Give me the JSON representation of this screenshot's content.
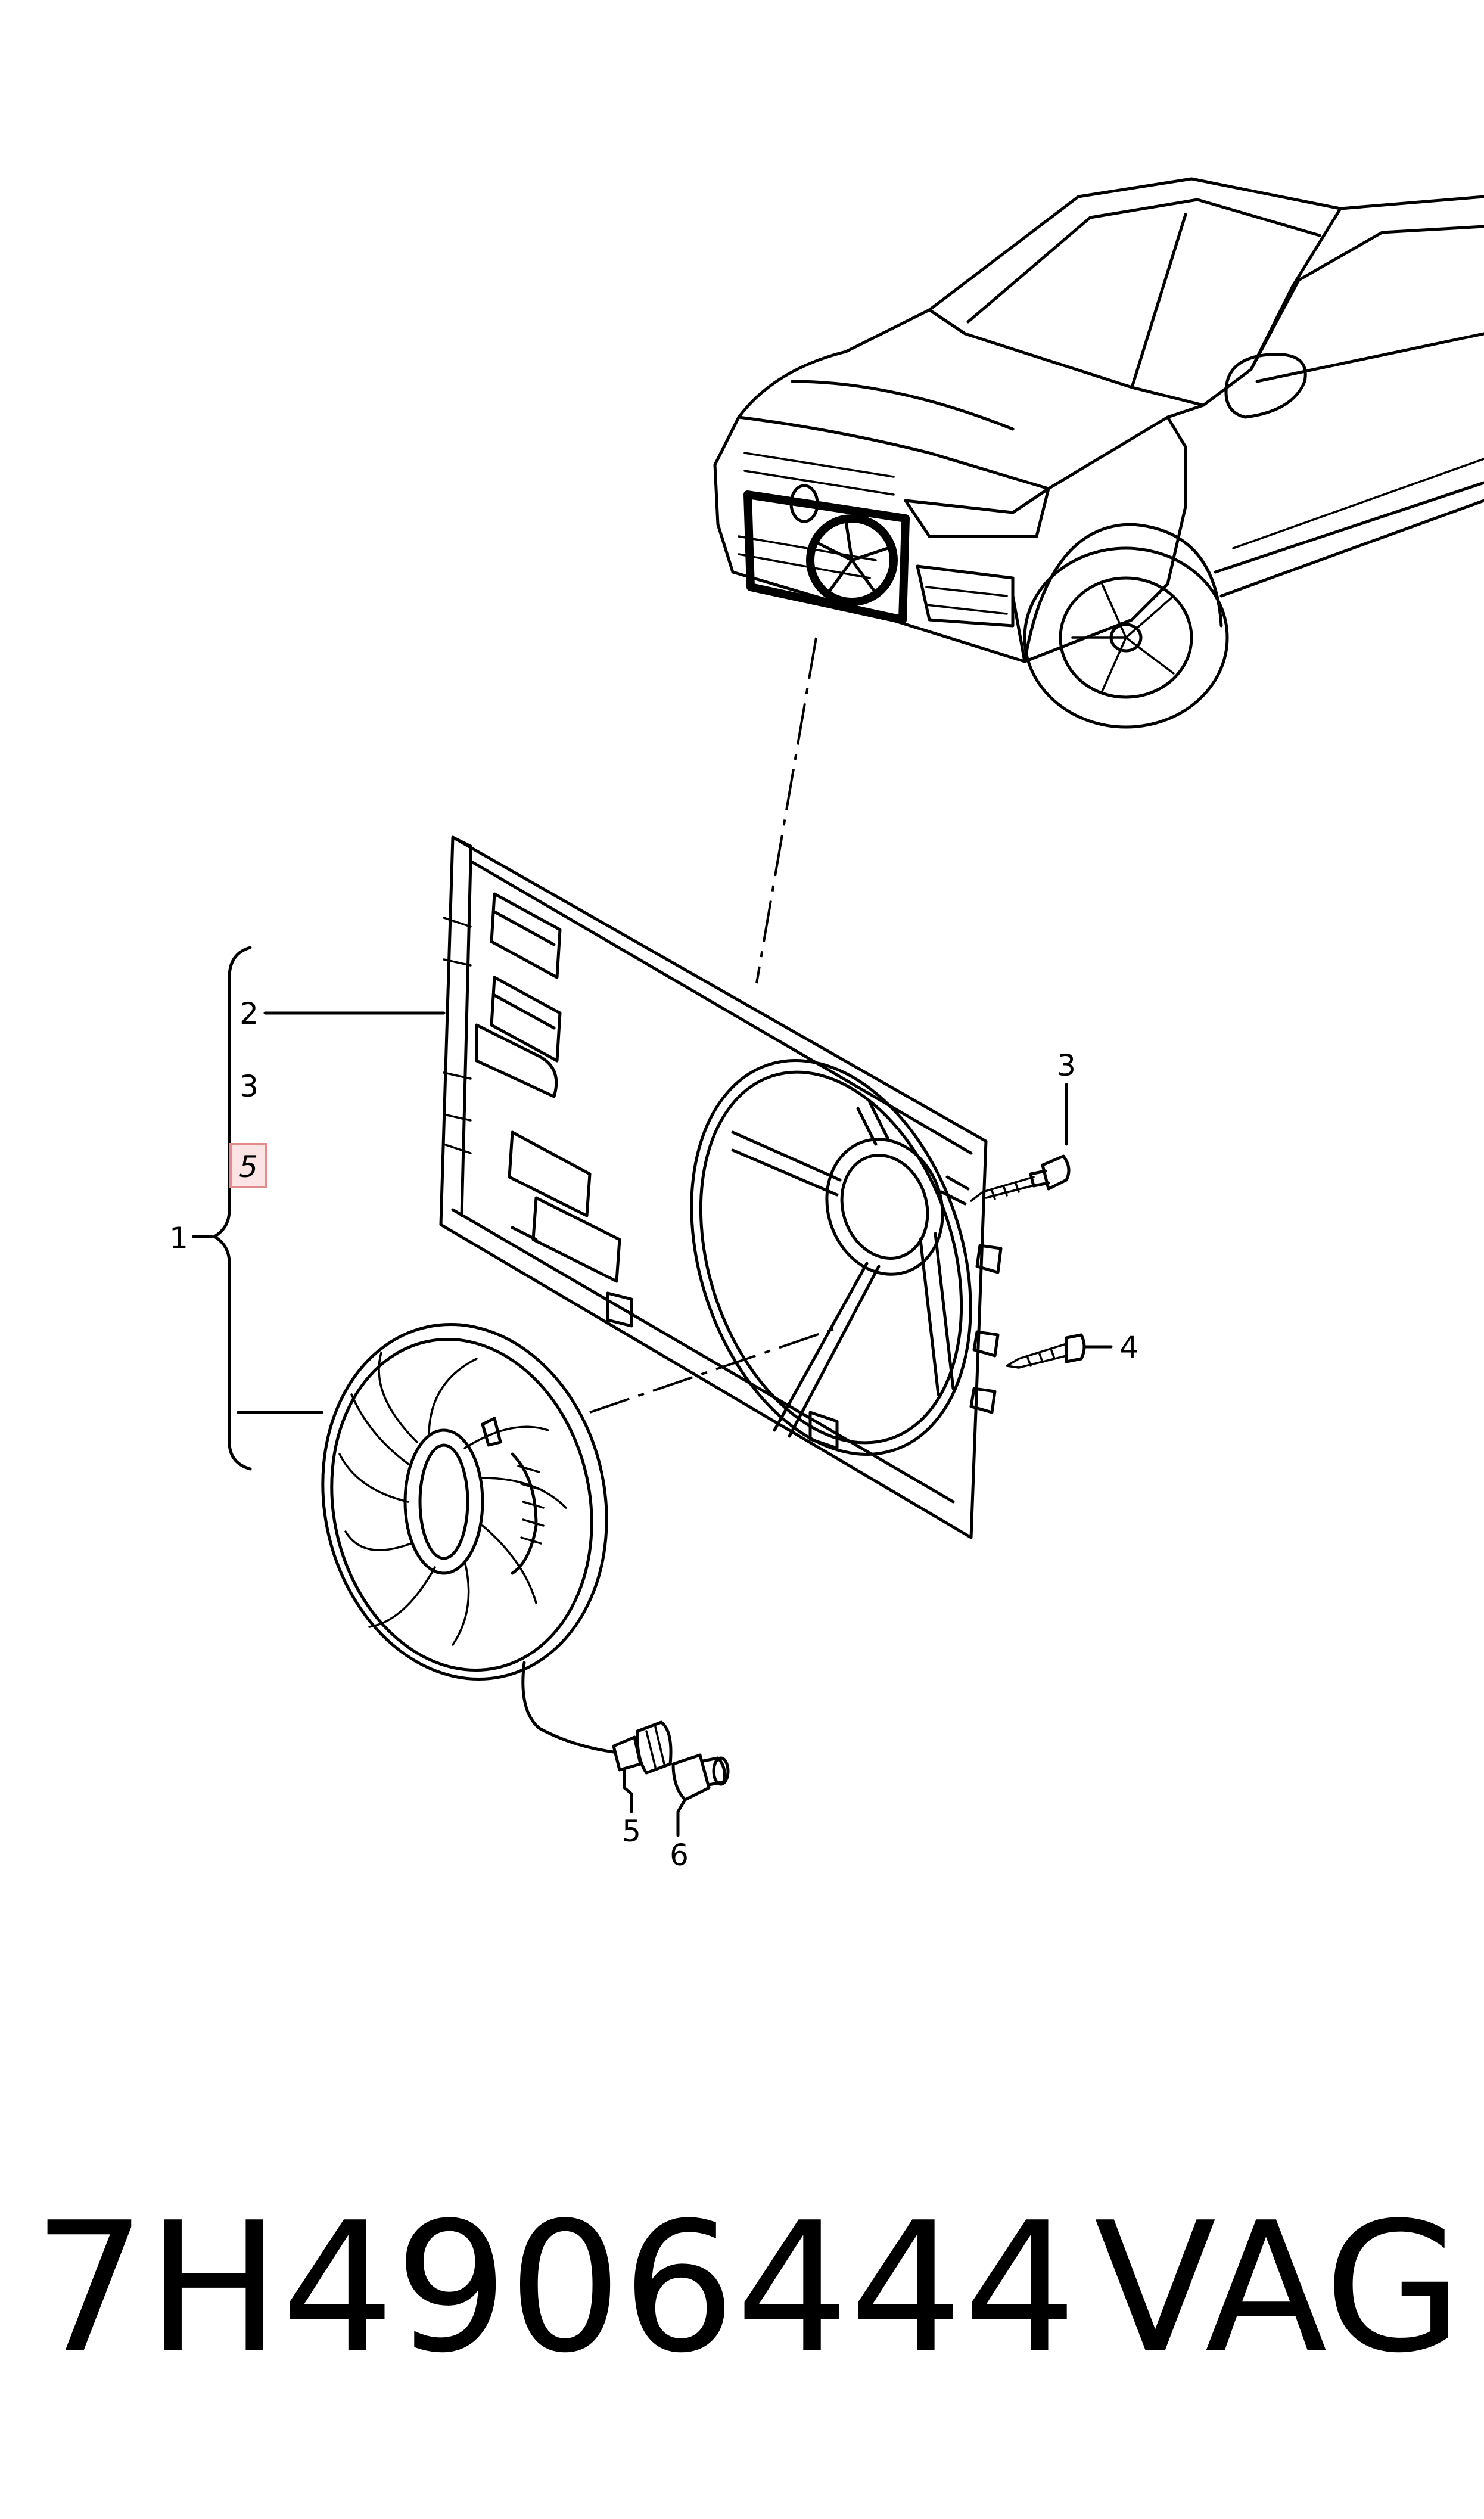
{
  "callouts": {
    "c1": "1",
    "c2": "2",
    "c3_left": "3",
    "c5_left": "5",
    "c3_right": "3",
    "c4": "4",
    "c5_bottom": "5",
    "c6": "6"
  },
  "highlight_color": "#e58a8a",
  "caption": {
    "part_number": "7H4906444",
    "brand": "VAG"
  }
}
